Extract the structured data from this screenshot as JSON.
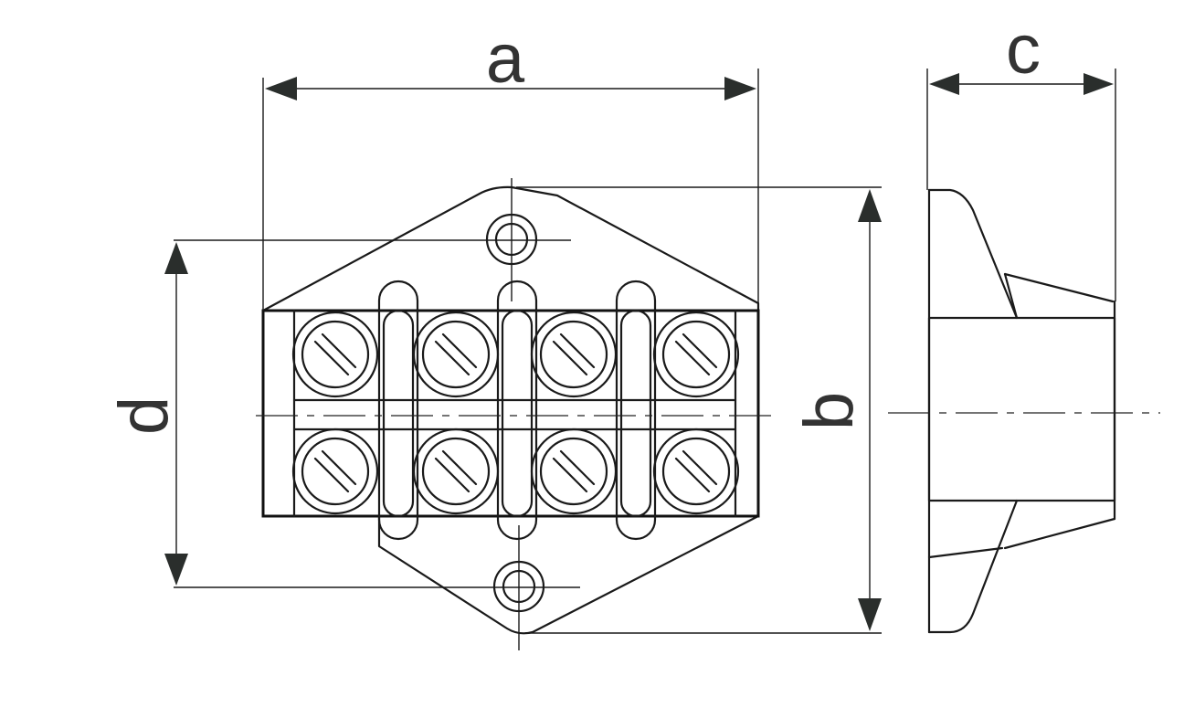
{
  "diagram": {
    "dimension_labels": {
      "a": "a",
      "b": "b",
      "c": "c",
      "d": "d"
    },
    "terminal_rows": 2,
    "terminal_columns": 4,
    "colors": {
      "line": "#1a1a1a",
      "arrow": "#2a2e2c",
      "label": "#333333",
      "background": "#ffffff"
    }
  }
}
